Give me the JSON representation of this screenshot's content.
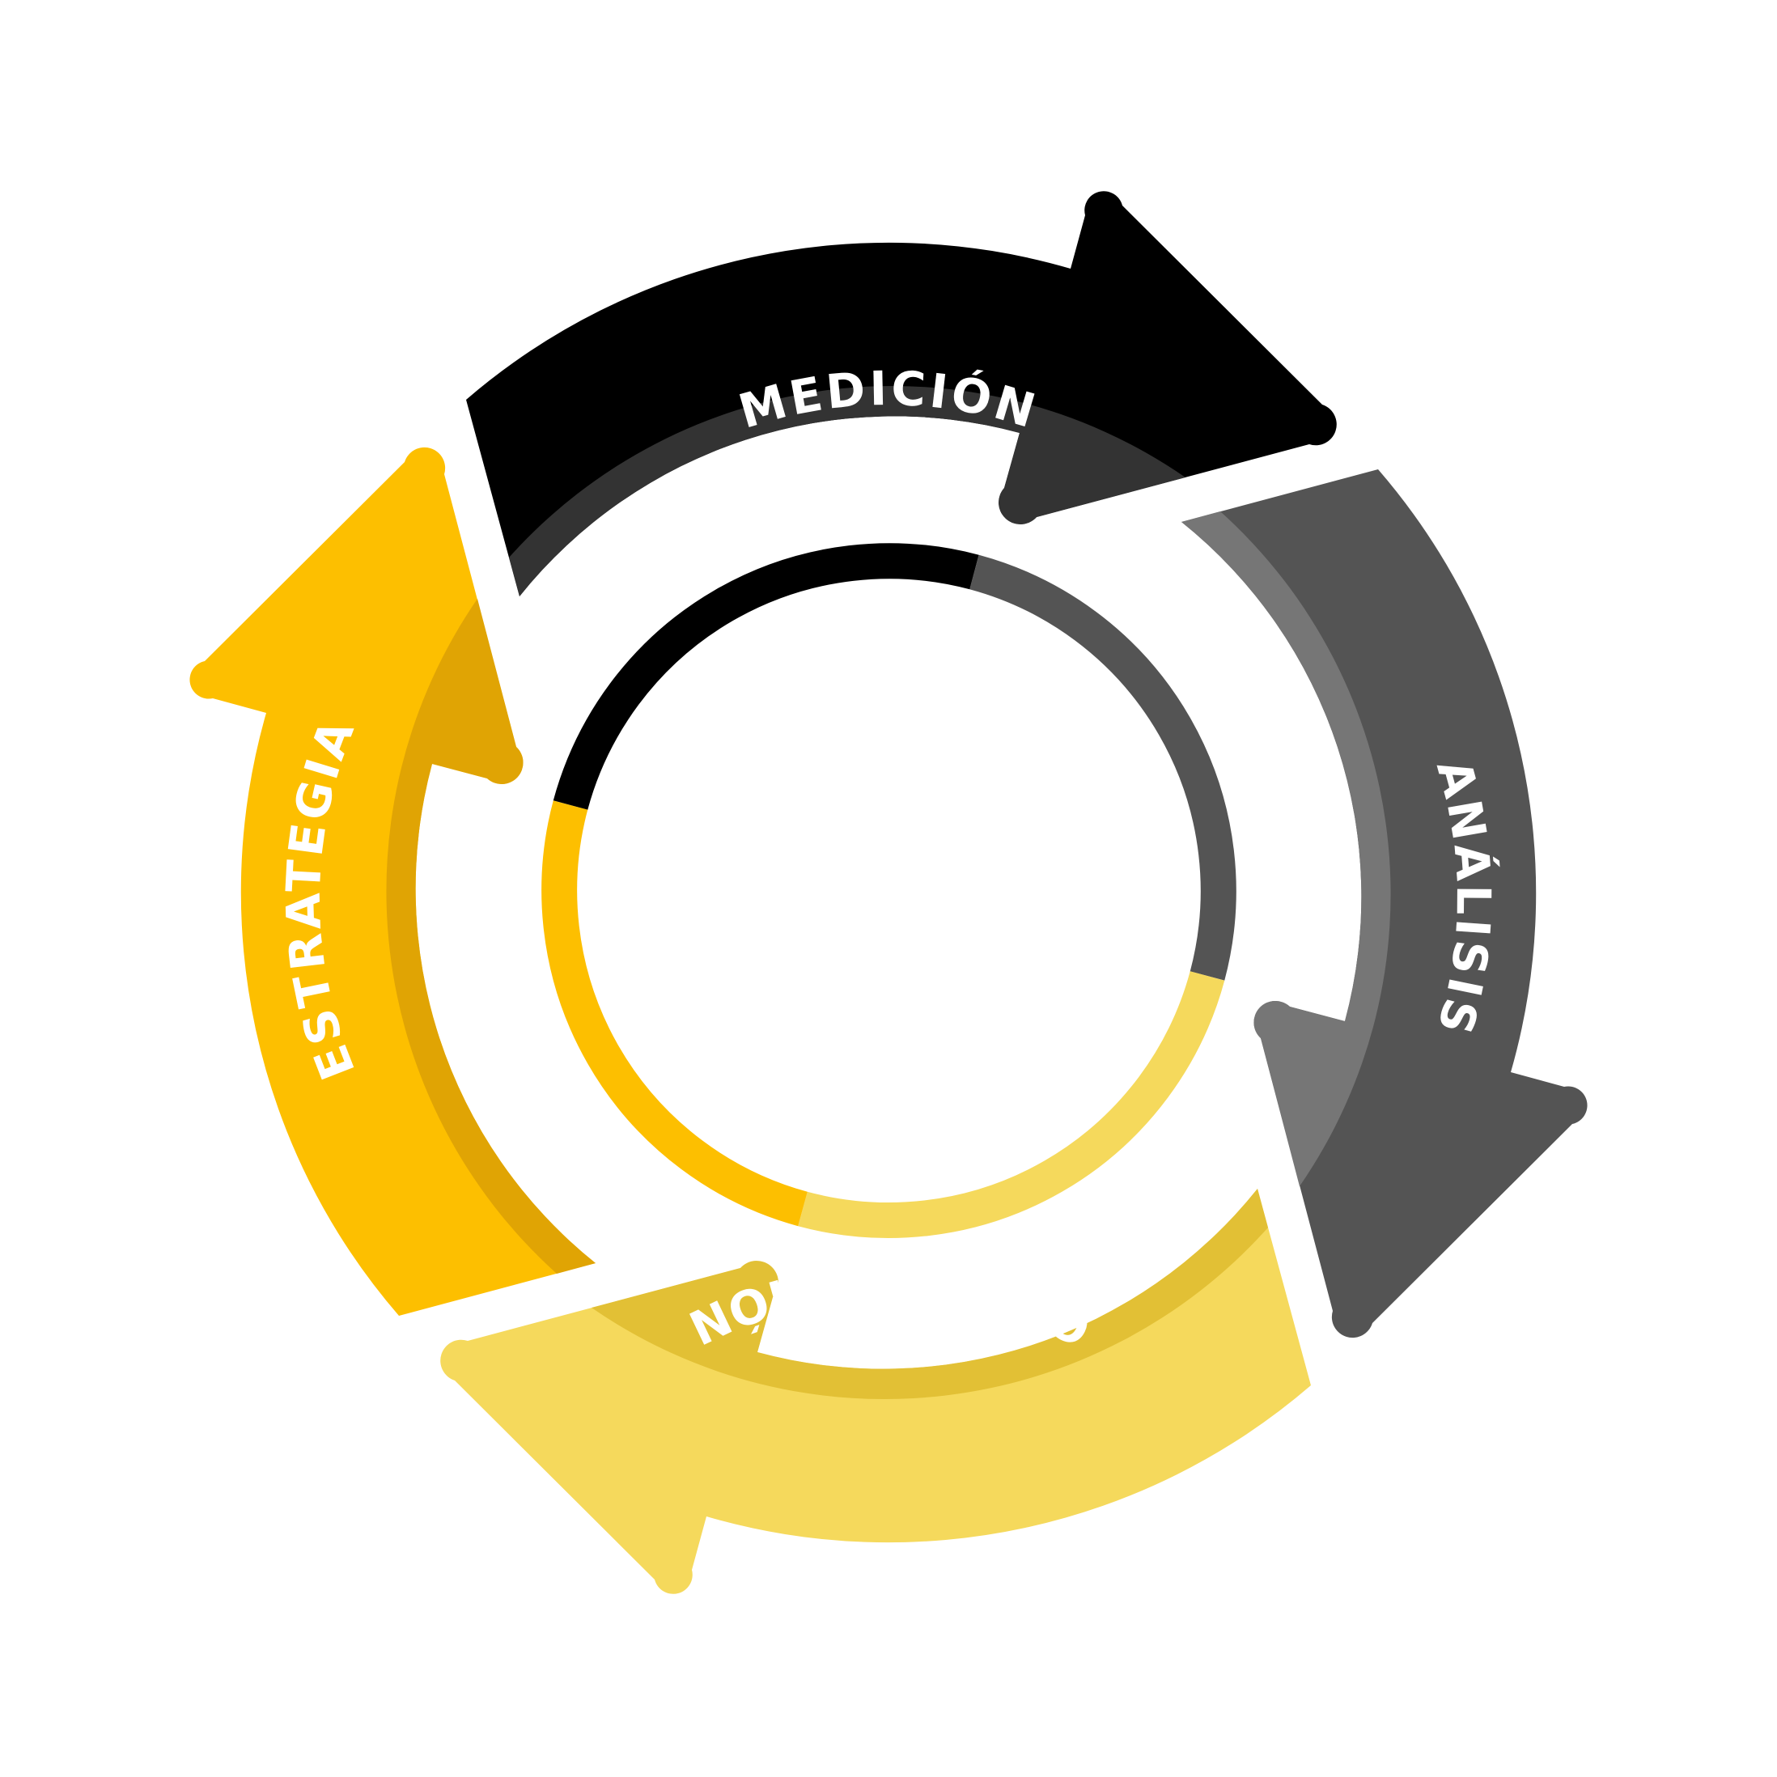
{
  "cycle": {
    "stages": [
      {
        "id": "medicion",
        "label": "MEDICIÓN",
        "color": "#000000",
        "inner_band_color": "#333333"
      },
      {
        "id": "analisis",
        "label": "ANÁLISIS",
        "color": "#545454",
        "inner_band_color": "#767676"
      },
      {
        "id": "optimizacion",
        "label": "OPTIMIZACIÓN",
        "color": "#F5D95C",
        "inner_band_color": "#E2C035"
      },
      {
        "id": "estrategia",
        "label": "ESTRATEGIA",
        "color": "#FDBF00",
        "inner_band_color": "#E0A404"
      }
    ],
    "center_ring_colors": [
      "#000000",
      "#545454",
      "#F5D95C",
      "#FDBF00"
    ]
  }
}
